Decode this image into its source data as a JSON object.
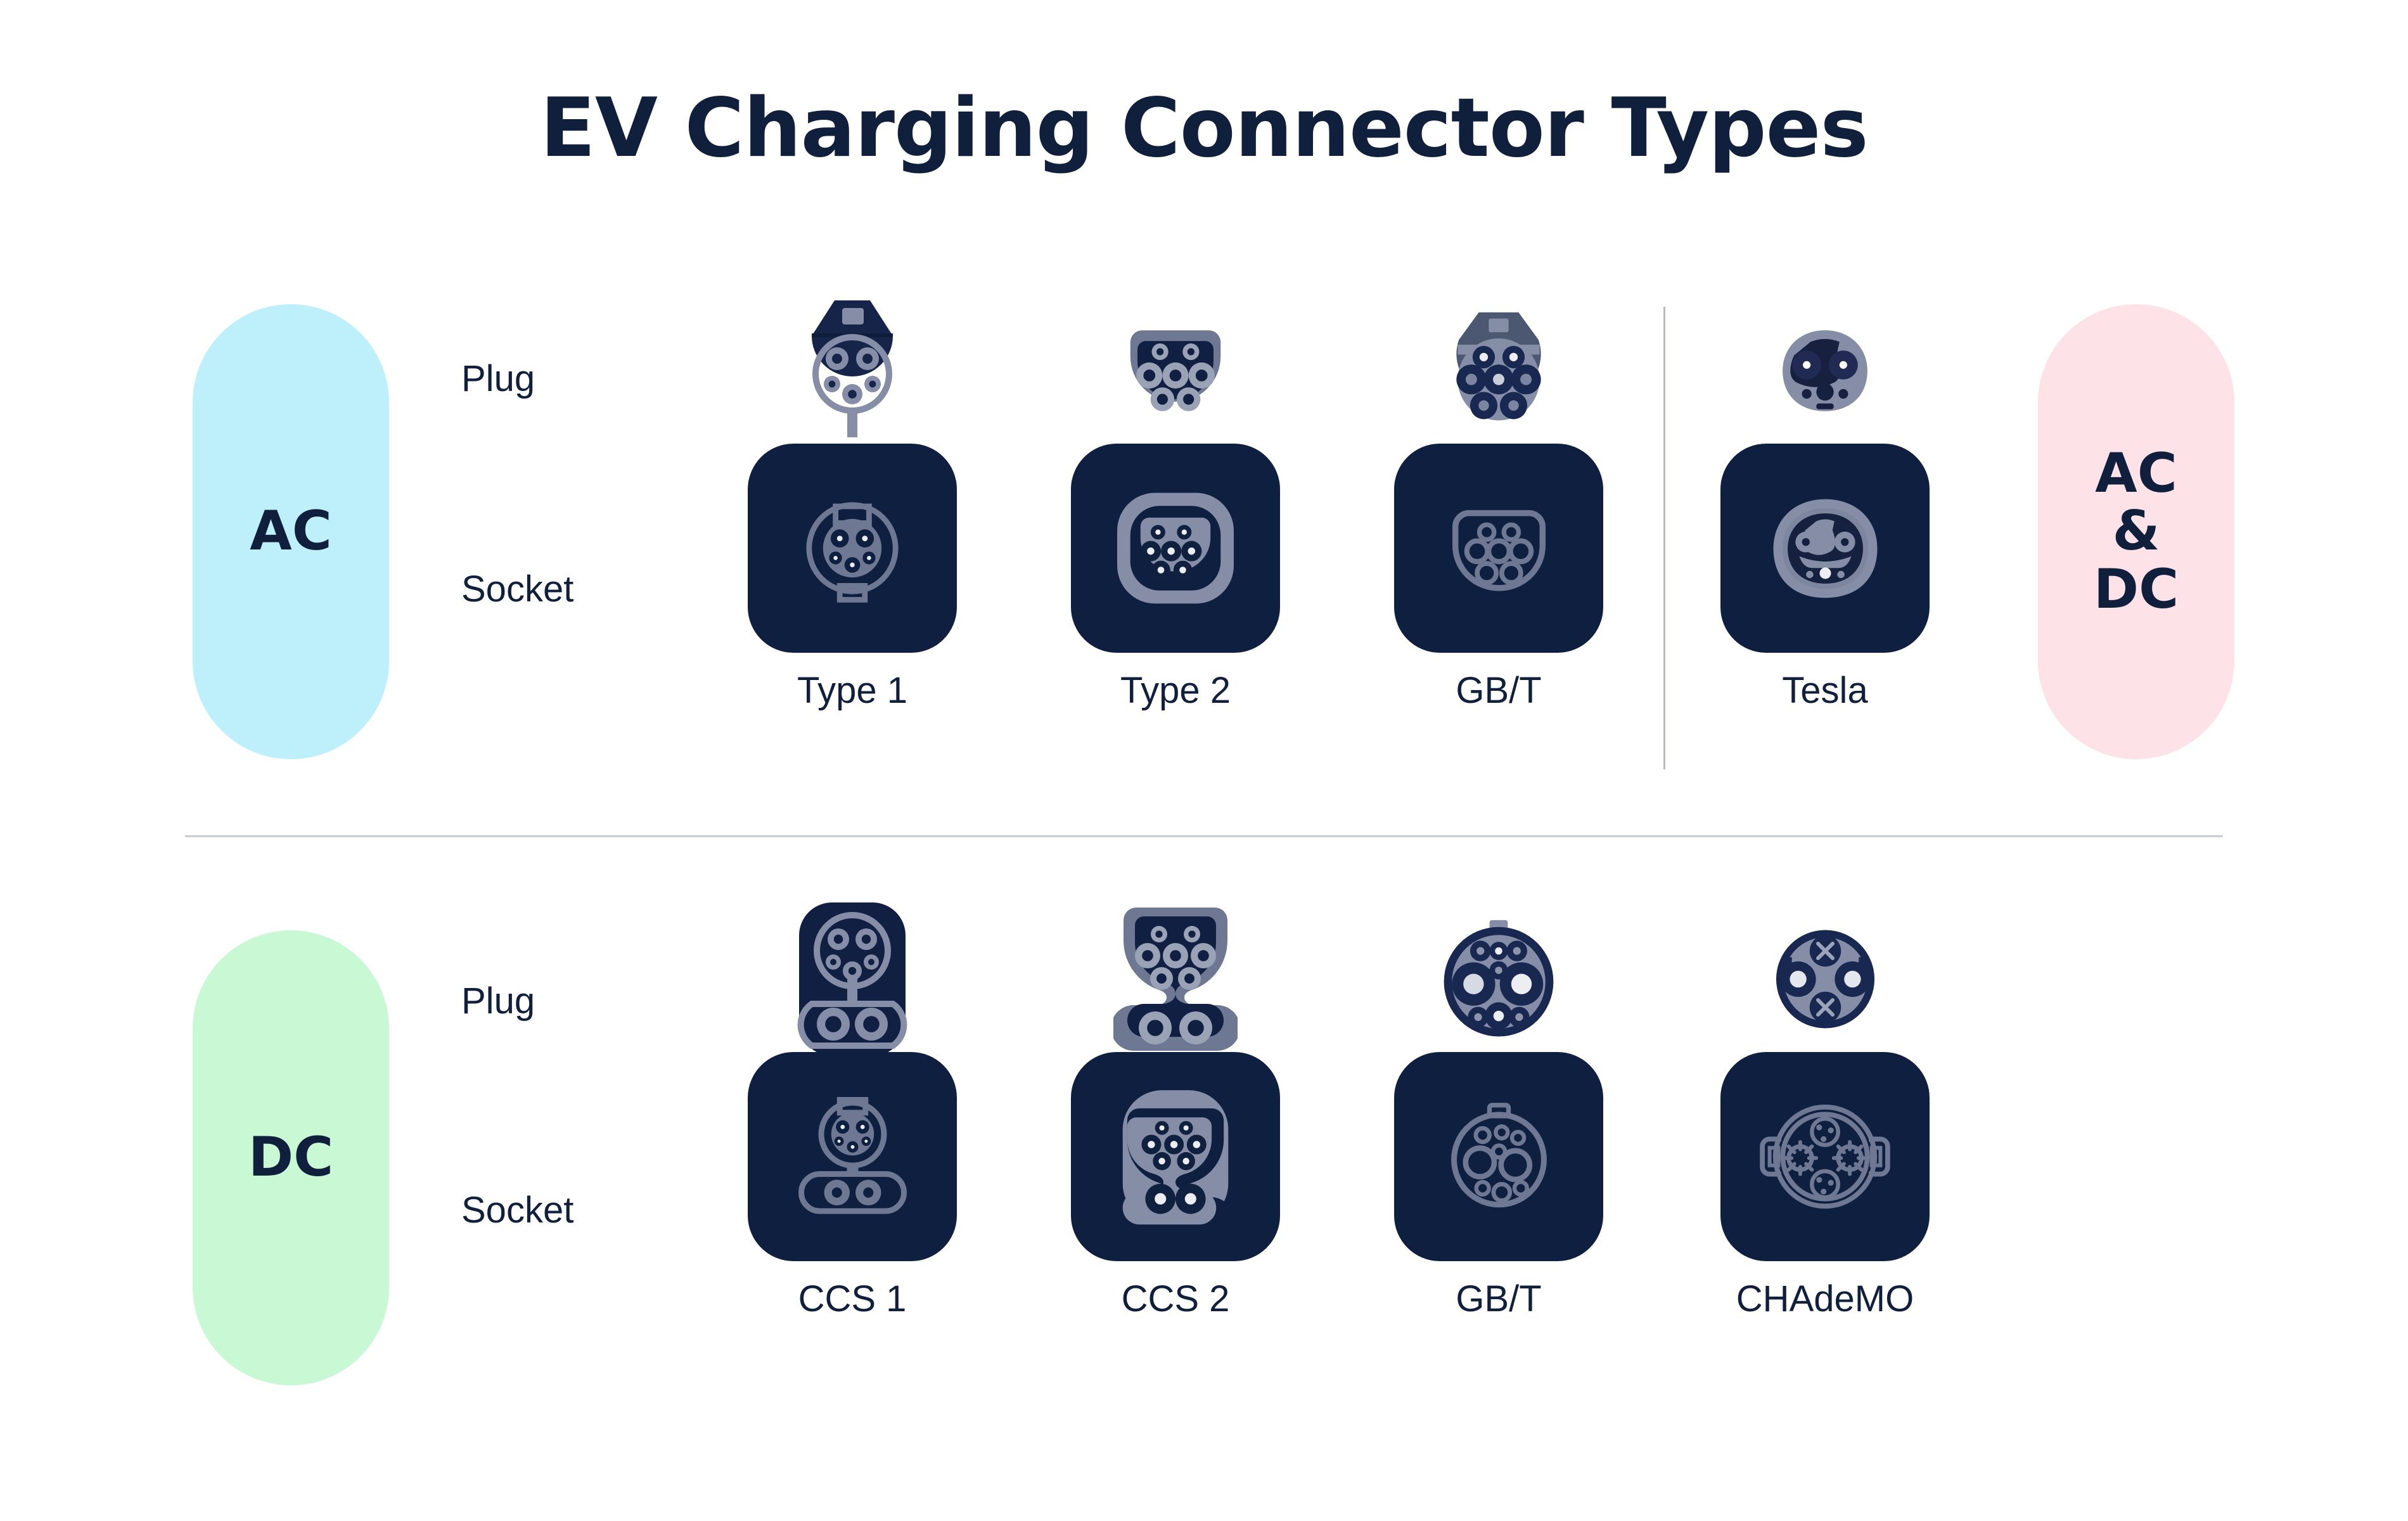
{
  "title": "EV Charging Connector Types",
  "palette": {
    "background": "#ffffff",
    "ink": "#101f3c",
    "tile": "#0e1f40",
    "metal": "#858ea6",
    "ac_pill": "#bdf0fb",
    "dc_pill": "#c8f9d4",
    "acdc_pill": "#fde2e8",
    "divider": "#c9ccd3"
  },
  "row_labels": {
    "plug": "Plug",
    "socket": "Socket"
  },
  "pills": {
    "ac": "AC",
    "dc": "DC",
    "acdc_line1": "AC",
    "acdc_line2": "&",
    "acdc_line3": "DC"
  },
  "sections": [
    {
      "id": "ac",
      "badge": "AC",
      "connectors": [
        {
          "name": "Type 1",
          "plug_icon": "type1-plug-icon",
          "socket_icon": "type1-socket-icon"
        },
        {
          "name": "Type 2",
          "plug_icon": "type2-plug-icon",
          "socket_icon": "type2-socket-icon"
        },
        {
          "name": "GB/T",
          "plug_icon": "gbt-ac-plug-icon",
          "socket_icon": "gbt-ac-socket-icon"
        },
        {
          "name": "Tesla",
          "plug_icon": "tesla-plug-icon",
          "socket_icon": "tesla-socket-icon"
        }
      ]
    },
    {
      "id": "dc",
      "badge": "DC",
      "connectors": [
        {
          "name": "CCS 1",
          "plug_icon": "ccs1-plug-icon",
          "socket_icon": "ccs1-socket-icon"
        },
        {
          "name": "CCS 2",
          "plug_icon": "ccs2-plug-icon",
          "socket_icon": "ccs2-socket-icon"
        },
        {
          "name": "GB/T",
          "plug_icon": "gbt-dc-plug-icon",
          "socket_icon": "gbt-dc-socket-icon"
        },
        {
          "name": "CHAdeMO",
          "plug_icon": "chademo-plug-icon",
          "socket_icon": "chademo-socket-icon"
        }
      ]
    }
  ]
}
